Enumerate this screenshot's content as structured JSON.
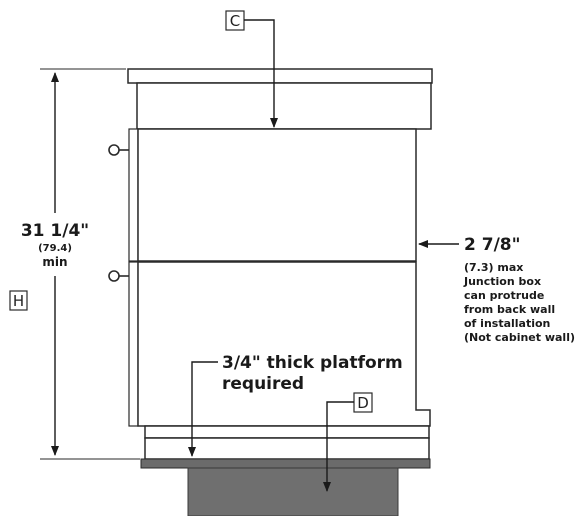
{
  "callouts": {
    "c": "C",
    "d": "D",
    "h": "H"
  },
  "height_dim": {
    "value": "31 1/4\"",
    "metric": "(79.4)",
    "qualifier": "min"
  },
  "junction_box": {
    "value": "2 7/8\"",
    "note_lines": [
      "(7.3) max",
      "Junction box",
      "can protrude",
      "from back wall",
      "of installation",
      "(Not cabinet wall)"
    ]
  },
  "platform": {
    "lines": [
      "3/4\" thick platform",
      "required"
    ]
  },
  "colors": {
    "outline": "#2a2a2a",
    "platform": "#6b6b6b",
    "floor_block": "#6f6f6f"
  }
}
